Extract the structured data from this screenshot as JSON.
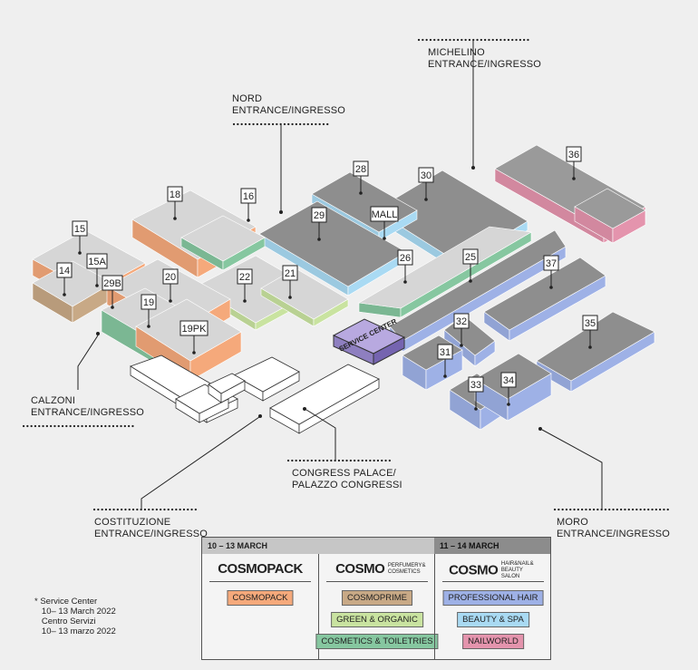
{
  "colors": {
    "grey_top": "#8e8e8e",
    "grey_light_top": "#d6d6d6",
    "cosmopack": "#f5a97b",
    "cosmoprime": "#c8a986",
    "green_organic": "#c9e3a0",
    "toiletries": "#86c7a0",
    "professional_hair": "#9eb1e6",
    "beauty_spa": "#a9daf3",
    "nailworld": "#e494ad",
    "service_center": "#b8a9e0"
  },
  "halls": [
    "14",
    "15",
    "15A",
    "16",
    "18",
    "19",
    "19PK",
    "20",
    "21",
    "22",
    "25",
    "26",
    "28",
    "29",
    "29B",
    "30",
    "31",
    "32",
    "33",
    "34",
    "35",
    "36",
    "37",
    "MALL"
  ],
  "service_center_label": "SERVICE CENTER",
  "entrances": {
    "nord": [
      "NORD",
      "ENTRANCE/INGRESSO"
    ],
    "michelino": [
      "MICHELINO",
      "ENTRANCE/INGRESSO"
    ],
    "calzoni": [
      "CALZONI",
      "ENTRANCE/INGRESSO"
    ],
    "congress": [
      "CONGRESS PALACE/",
      "PALAZZO CONGRESSI"
    ],
    "costituzione": [
      "COSTITUZIONE",
      "ENTRANCE/INGRESSO"
    ],
    "moro": [
      "MORO",
      "ENTRANCE/INGRESSO"
    ]
  },
  "legend": {
    "period_1": "10 – 13 MARCH",
    "period_2": "11 – 14 MARCH",
    "brand_pack": "COSMOPACK",
    "brand_perfumery": "COSMO",
    "brand_perfumery_sub": "PERFUMERY& COSMETICS",
    "brand_hair": "COSMO",
    "brand_hair_sub": "HAIR&NAIL& BEAUTY SALON",
    "tags": {
      "cosmopack": "COSMOPACK",
      "cosmoprime": "COSMOPRIME",
      "green_organic": "GREEN & ORGANIC",
      "toiletries": "COSMETICS & TOILETRIES",
      "professional_hair": "PROFESSIONAL HAIR",
      "beauty_spa": "BEAUTY & SPA",
      "nailworld": "NAILWORLD"
    }
  },
  "note": "* Service Center\n   10– 13 March 2022\n   Centro Servizi\n   10– 13 marzo 2022"
}
